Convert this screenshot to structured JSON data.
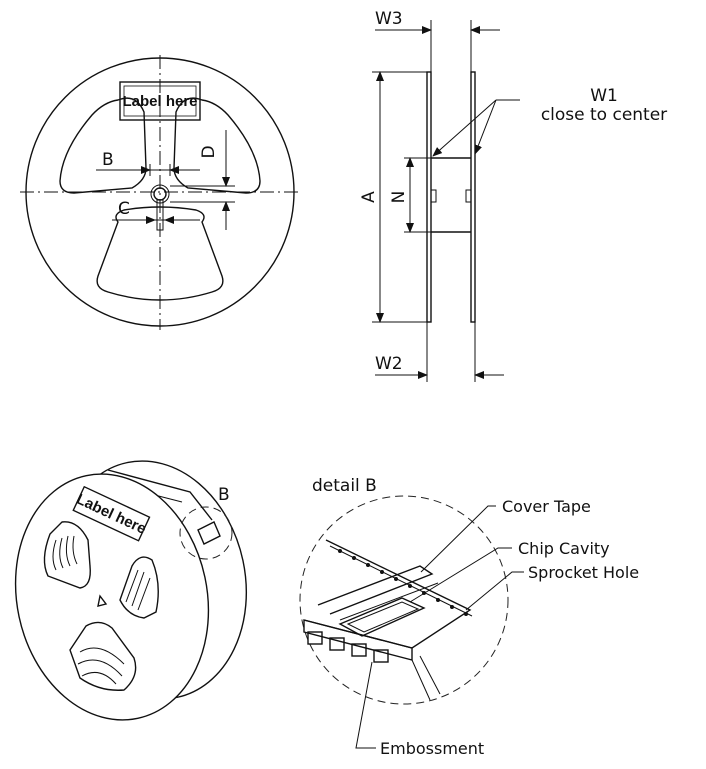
{
  "reel_front": {
    "label_text": "Label here",
    "dim_b": "B",
    "dim_c": "C",
    "dim_d": "D"
  },
  "reel_side": {
    "dim_w3": "W3",
    "dim_w1": "W1",
    "w1_note": "close to center",
    "dim_a": "A",
    "dim_n": "N",
    "dim_w2": "W2"
  },
  "reel_iso": {
    "label_text": "Label here",
    "detail_marker": "B"
  },
  "detail": {
    "title": "detail B",
    "callouts": {
      "cover_tape": "Cover Tape",
      "chip_cavity": "Chip Cavity",
      "sprocket_hole": "Sprocket Hole",
      "embossment": "Embossment"
    }
  }
}
